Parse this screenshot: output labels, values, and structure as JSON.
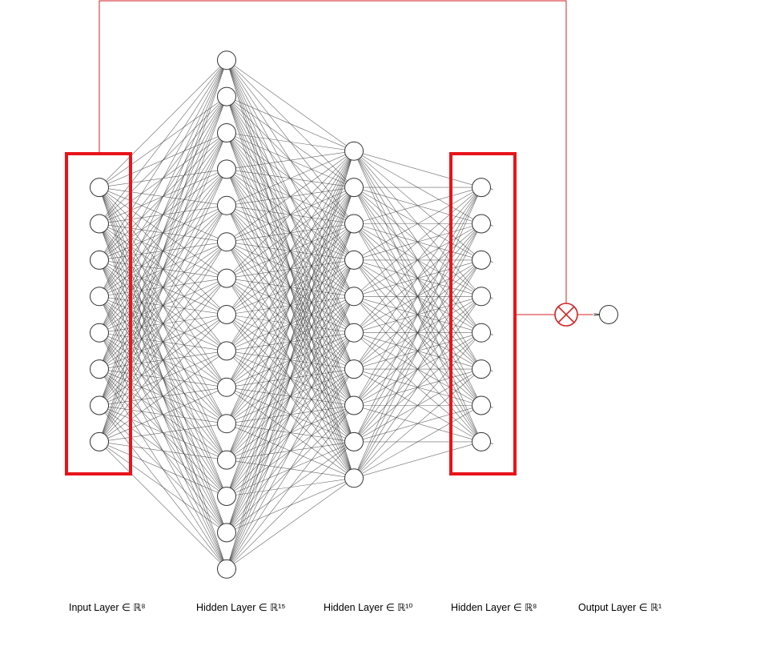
{
  "diagram": {
    "type": "feed-forward neural network",
    "layers": [
      {
        "label": "Input Layer ∈ ℝ⁸",
        "size": 8
      },
      {
        "label": "Hidden Layer ∈ ℝ¹⁵",
        "size": 15
      },
      {
        "label": "Hidden Layer ∈ ℝ¹⁰",
        "size": 10
      },
      {
        "label": "Hidden Layer ∈ ℝ⁸",
        "size": 8
      },
      {
        "label": "Output Layer ∈ ℝ¹",
        "size": 1
      }
    ],
    "highlighted_layers": [
      0,
      3
    ],
    "combine_operator": "element-wise multiply (⊗)",
    "colors": {
      "highlight": "#e8141a",
      "connector": "#d42020",
      "edge": "#333333",
      "node_stroke": "#333333",
      "node_fill": "#ffffff"
    }
  }
}
